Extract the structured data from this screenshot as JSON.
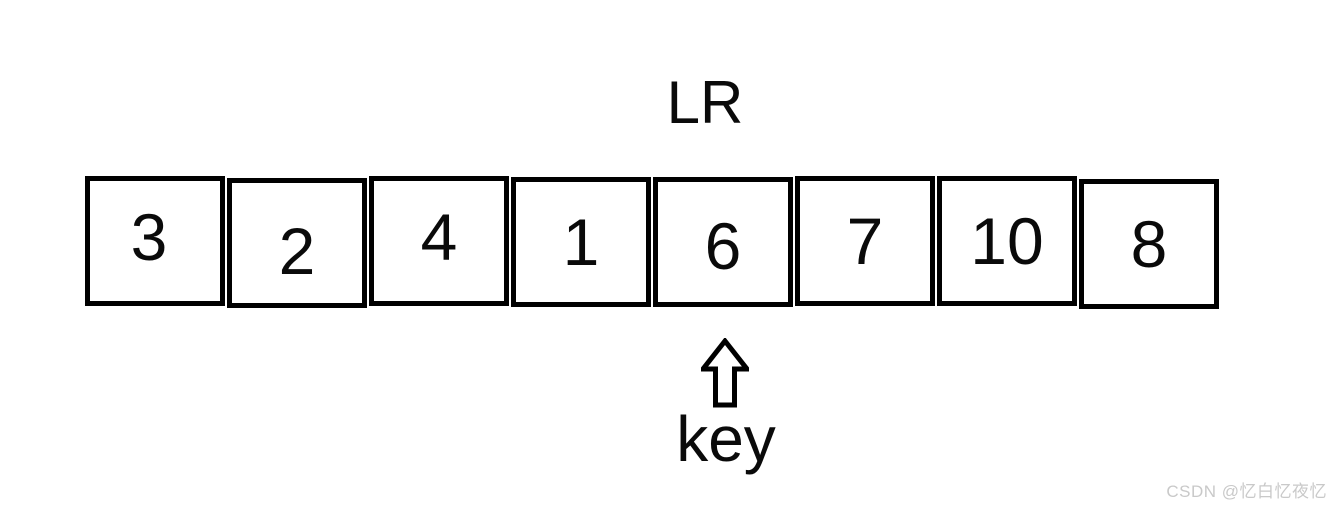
{
  "diagram": {
    "pointer_label_top": "LR",
    "pointer_label_bottom": "key",
    "cells": [
      "3",
      "2",
      "4",
      "1",
      "6",
      "7",
      "10",
      "8"
    ],
    "pointed_cell_value": "6",
    "pointed_cell_index": 4
  },
  "icons": {
    "up_arrow": "hollow-up-arrow"
  },
  "colors": {
    "line": "#000000",
    "background": "#ffffff",
    "watermark": "#c9c9c9"
  },
  "watermark": {
    "text": "CSDN @忆白忆夜忆"
  }
}
